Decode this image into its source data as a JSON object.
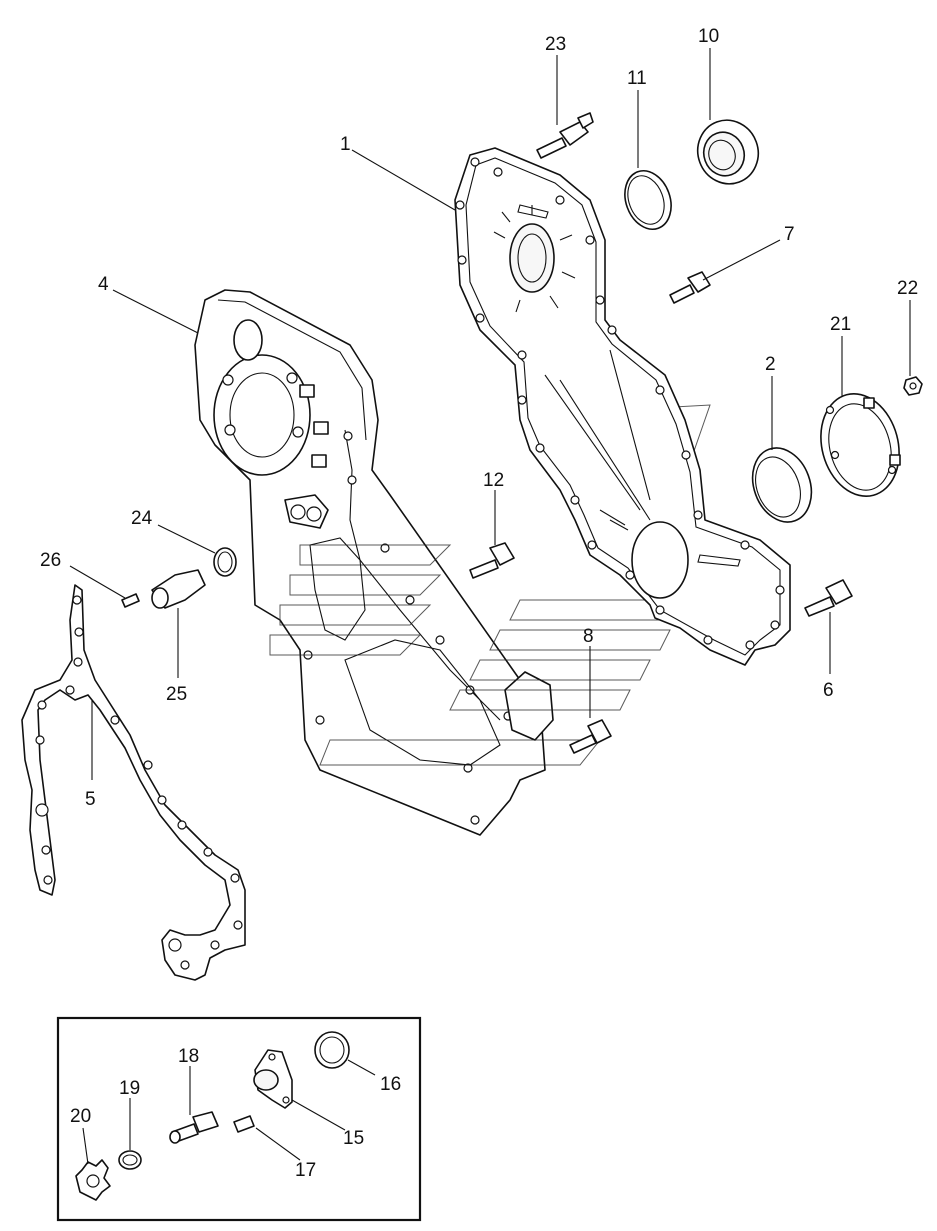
{
  "diagram": {
    "callouts": [
      {
        "id": "c1",
        "label": "1"
      },
      {
        "id": "c2",
        "label": "2"
      },
      {
        "id": "c4",
        "label": "4"
      },
      {
        "id": "c5",
        "label": "5"
      },
      {
        "id": "c6",
        "label": "6"
      },
      {
        "id": "c7",
        "label": "7"
      },
      {
        "id": "c8",
        "label": "8"
      },
      {
        "id": "c10",
        "label": "10"
      },
      {
        "id": "c11",
        "label": "11"
      },
      {
        "id": "c12",
        "label": "12"
      },
      {
        "id": "c15",
        "label": "15"
      },
      {
        "id": "c16",
        "label": "16"
      },
      {
        "id": "c17",
        "label": "17"
      },
      {
        "id": "c18",
        "label": "18"
      },
      {
        "id": "c19",
        "label": "19"
      },
      {
        "id": "c20",
        "label": "20"
      },
      {
        "id": "c21",
        "label": "21"
      },
      {
        "id": "c22",
        "label": "22"
      },
      {
        "id": "c23",
        "label": "23"
      },
      {
        "id": "c24",
        "label": "24"
      },
      {
        "id": "c25",
        "label": "25"
      },
      {
        "id": "c26",
        "label": "26"
      }
    ],
    "colors": {
      "line": "#111111",
      "background": "#ffffff"
    }
  }
}
